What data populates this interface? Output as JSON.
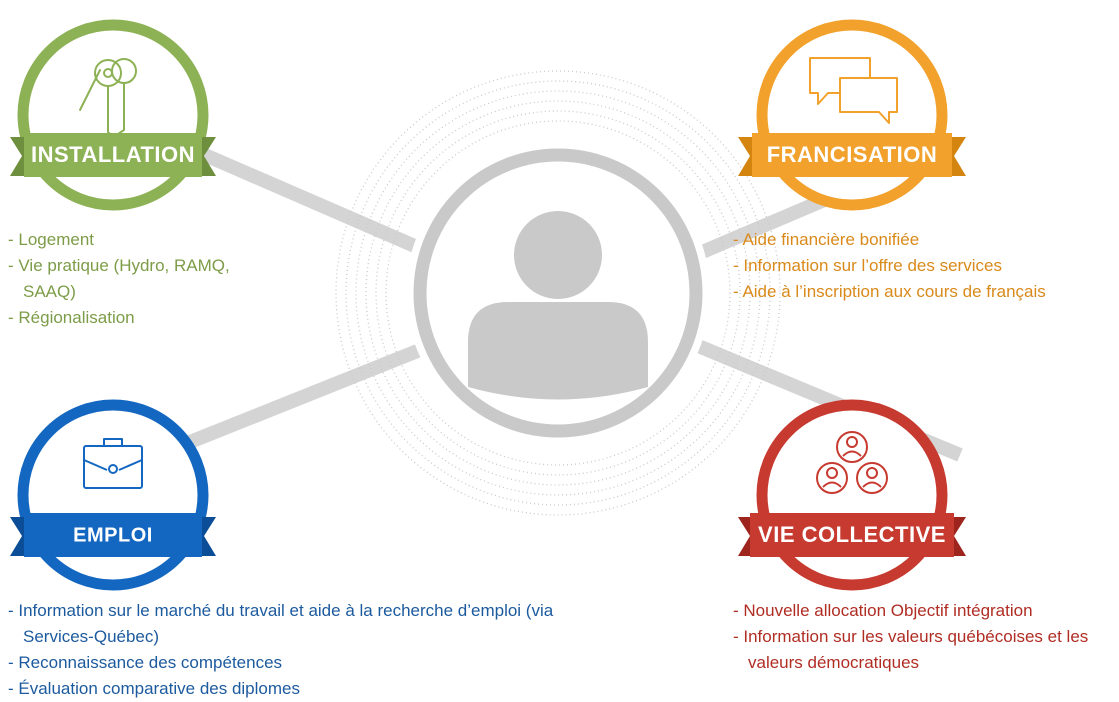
{
  "colors": {
    "installation": "#8db255",
    "francisation": "#f2a12c",
    "emploi": "#1467c1",
    "vie_collective": "#c73a30",
    "center": "#c9c9c9",
    "connector": "#d4d4d4"
  },
  "center": {
    "icon": "person-icon"
  },
  "installation": {
    "label": "INSTALLATION",
    "icon": "keys-icon",
    "items": [
      "- Logement",
      "- Vie pratique (Hydro, RAMQ, SAAQ)",
      "- Régionalisation"
    ]
  },
  "francisation": {
    "label": "FRANCISATION",
    "icon": "speech-bubbles-icon",
    "items": [
      "- Aide financière bonifiée",
      "- Information sur l’offre des services",
      "- Aide à l’inscription aux cours de français"
    ]
  },
  "emploi": {
    "label": "EMPLOI",
    "icon": "briefcase-icon",
    "items": [
      "- Information sur le marché du travail et aide à la recherche d’emploi (via Services-Québec)",
      "- Reconnaissance des compétences",
      "- Évaluation comparative des diplomes"
    ]
  },
  "vie_collective": {
    "label": "VIE COLLECTIVE",
    "icon": "community-icon",
    "items": [
      "- Nouvelle allocation Objectif intégration",
      "- Information sur les valeurs québécoises et les valeurs démocratiques"
    ]
  }
}
